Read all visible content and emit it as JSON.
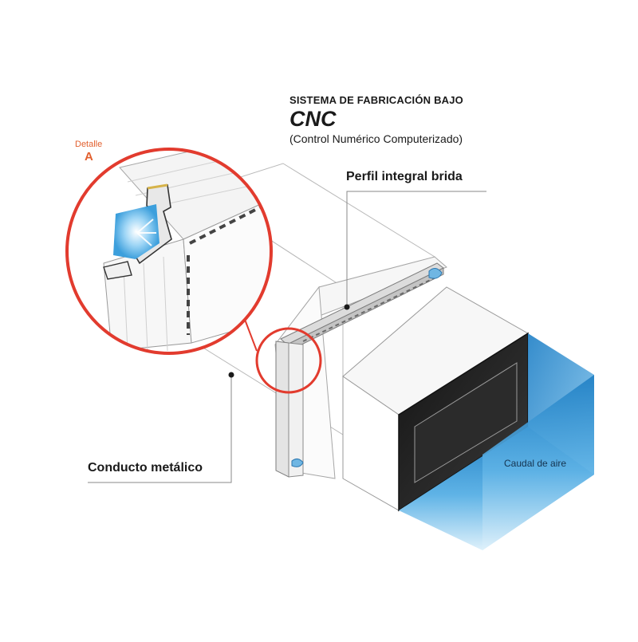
{
  "header": {
    "line1": "SISTEMA DE FABRICACIÓN BAJO",
    "line2": "CNC",
    "line3": "(Control Numérico Computerizado)"
  },
  "labels": {
    "perfil": "Perfil integral brida",
    "conducto": "Conducto metálico",
    "caudal": "Caudal de aire"
  },
  "detail": {
    "title": "Detalle",
    "letter": "A"
  },
  "colors": {
    "detail_circle": "#e23b2e",
    "air_blue": "#3f9ed8",
    "duct_interior": "#232323",
    "line": "#8a8a8a"
  }
}
